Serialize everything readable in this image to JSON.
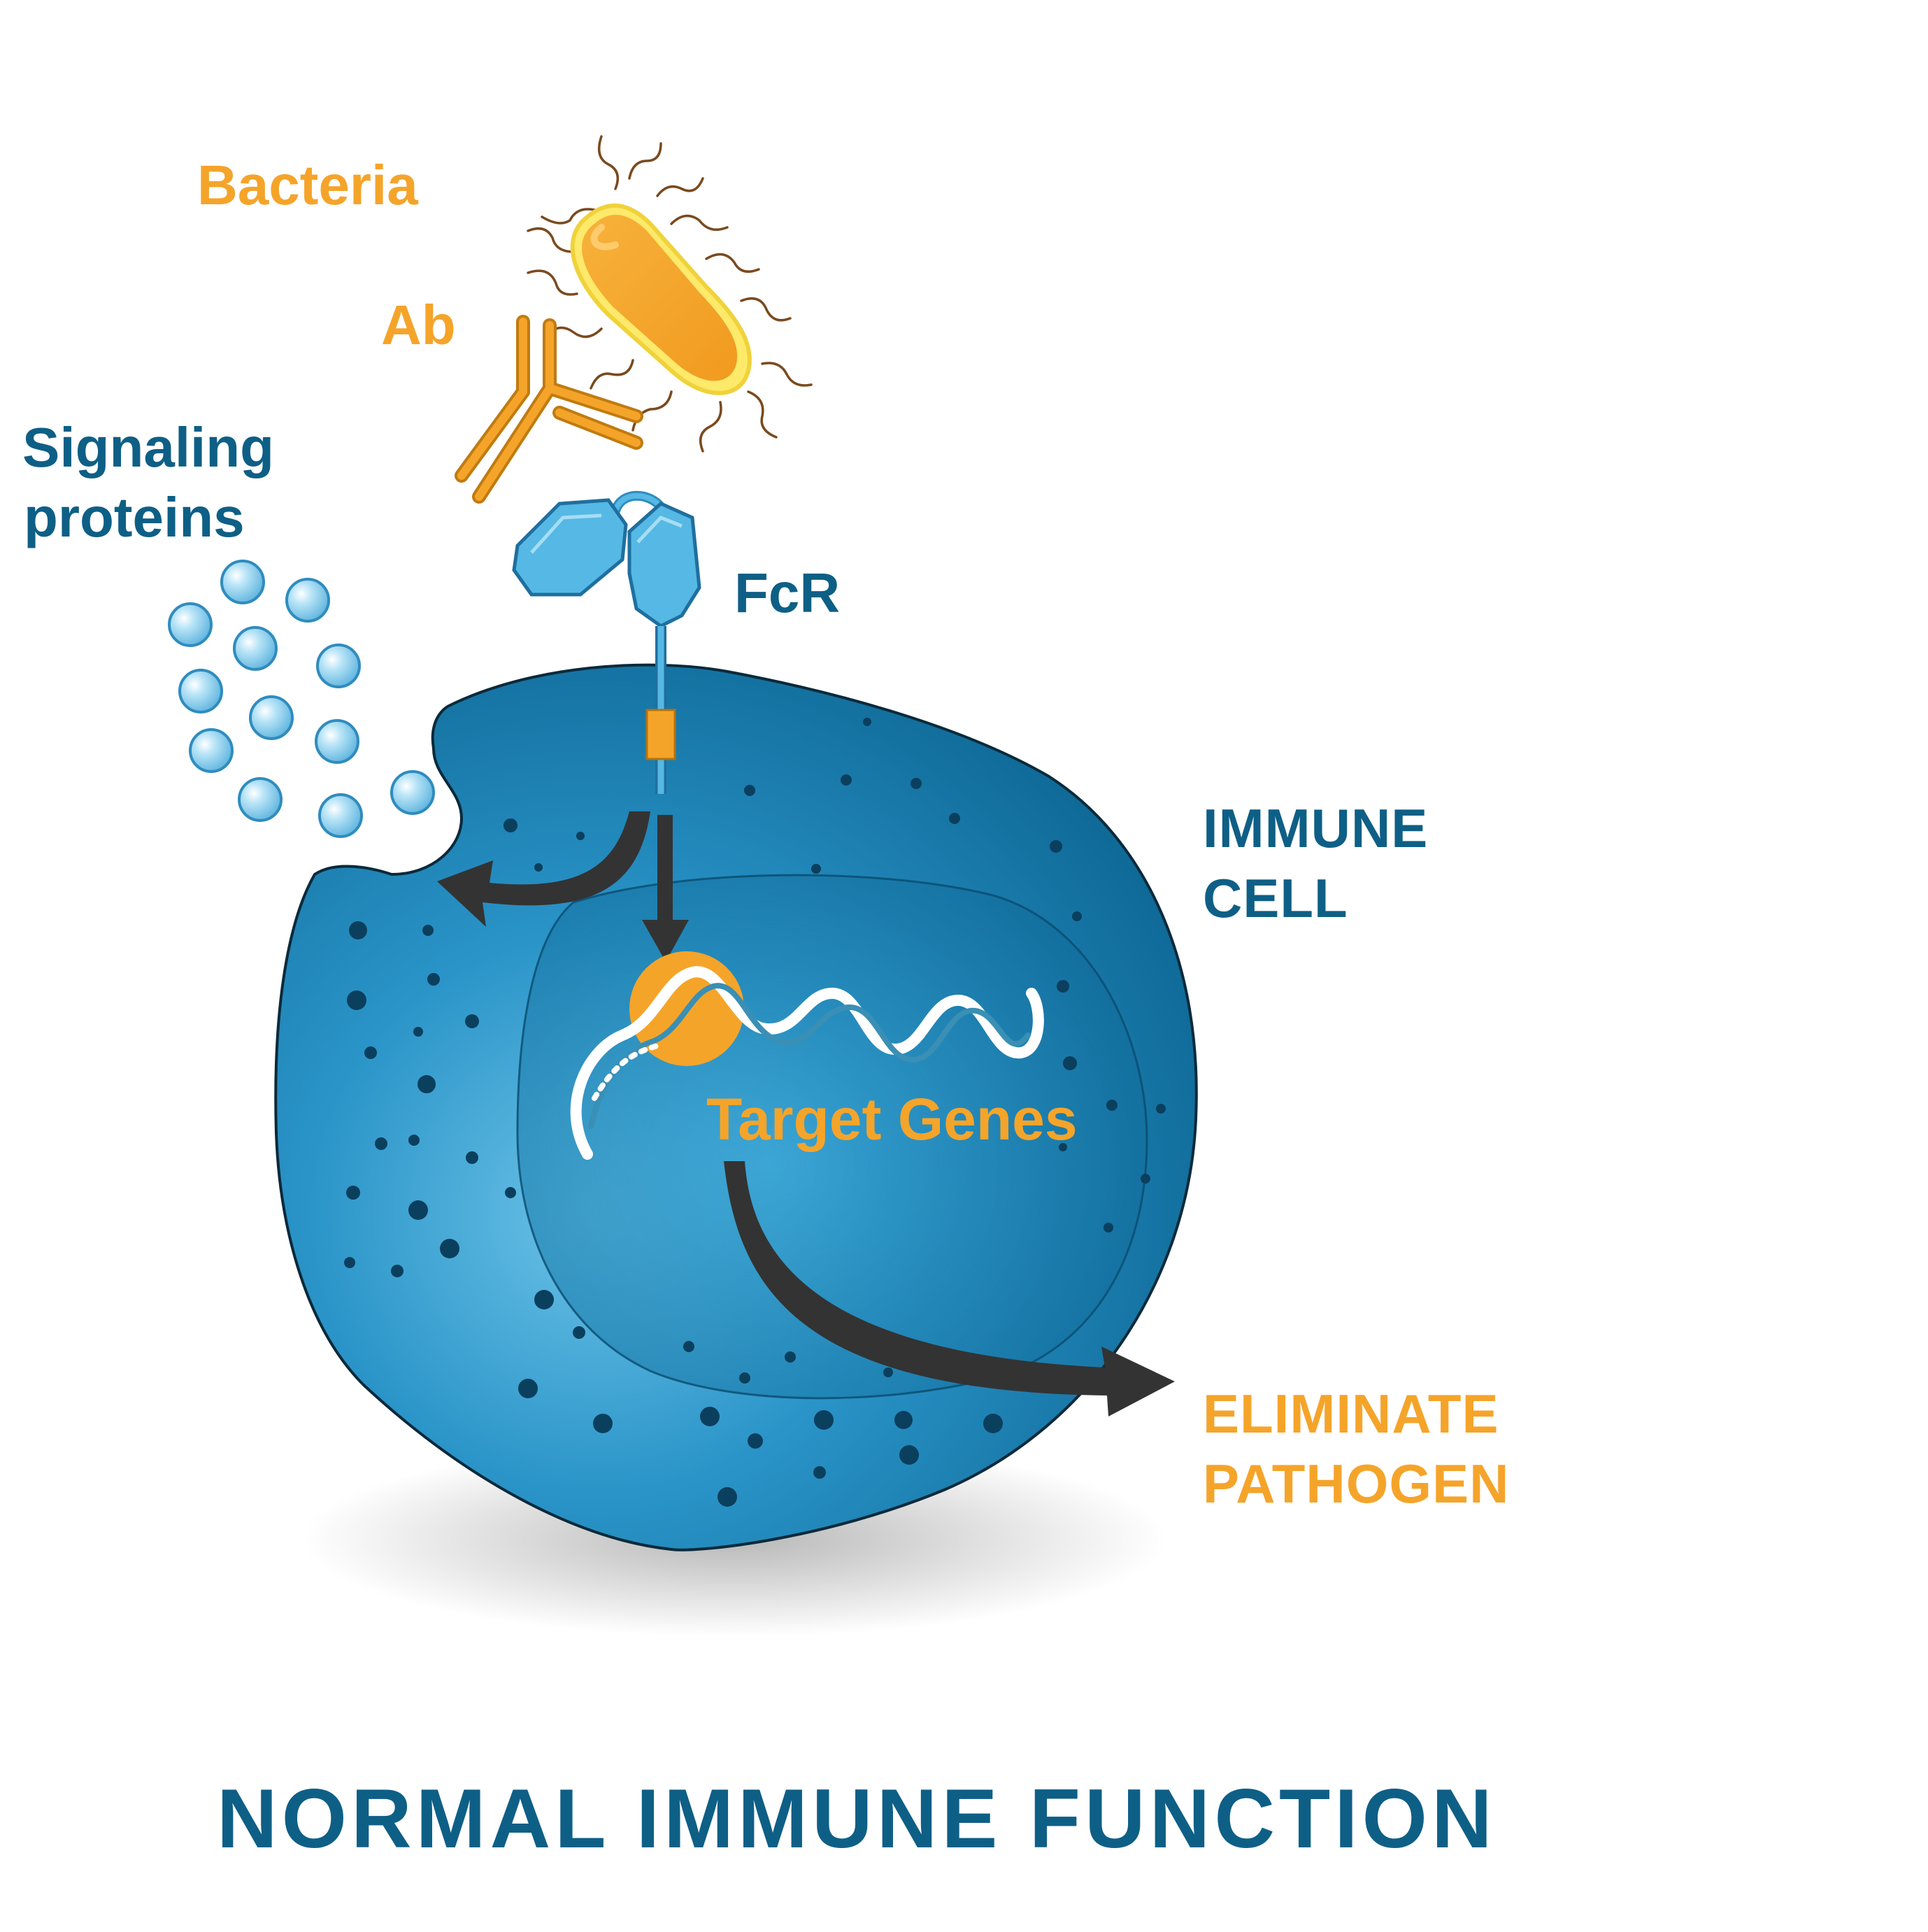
{
  "labels": {
    "bacteria": "Bacteria",
    "antibody": "Ab",
    "signaling": [
      "Signaling",
      "proteins"
    ],
    "receptor": "FcR",
    "immune_cell": [
      "IMMUNE",
      "CELL"
    ],
    "target_genes": "Target Genes",
    "eliminate": [
      "ELIMINATE",
      "PATHOGEN"
    ],
    "title": "NORMAL IMMUNE FUNCTION"
  },
  "colors": {
    "orange": "#f5a42a",
    "label_blue": "#0e5f86",
    "cell_dark": "#0f6f9e",
    "cell_light": "#5ab8e0",
    "protein_blue": "#8fd0ee",
    "receptor_blue": "#56b8e4",
    "arrow": "#2f2f2f"
  }
}
